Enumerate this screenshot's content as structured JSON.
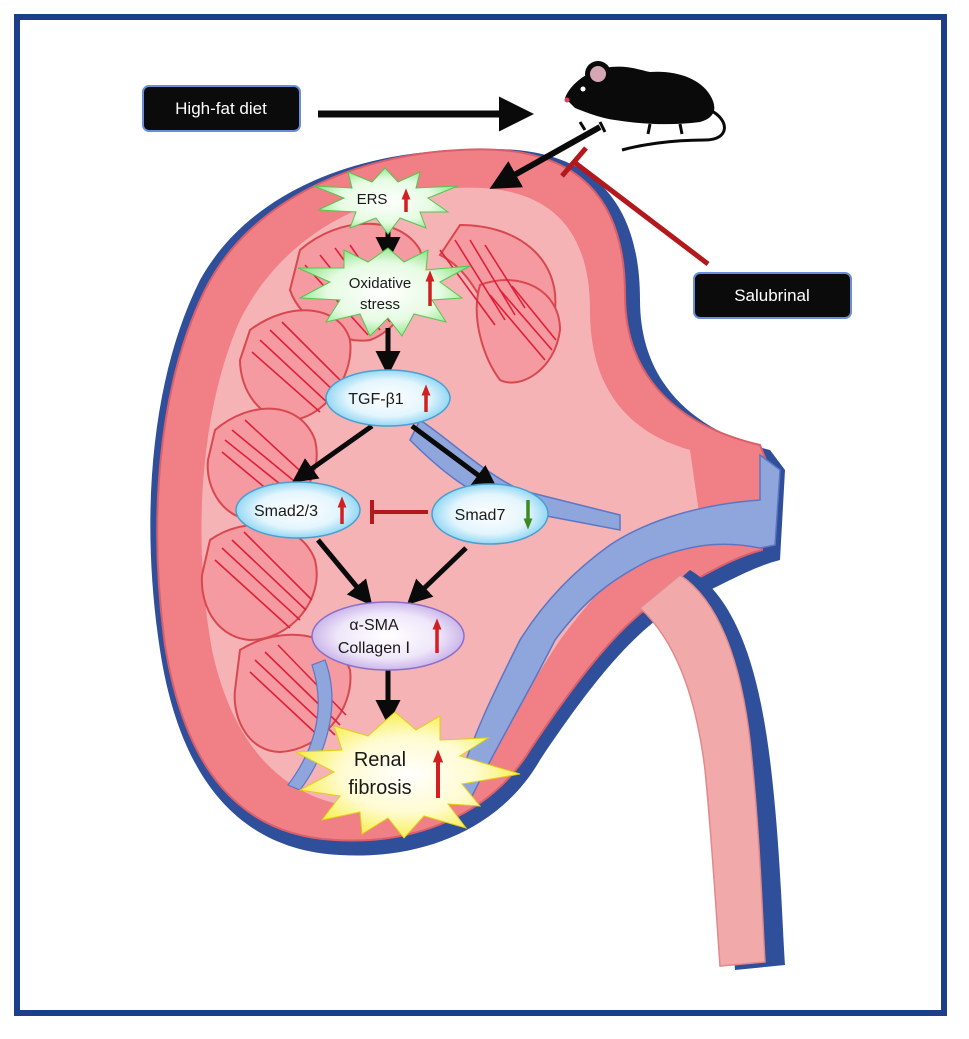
{
  "inputs": {
    "diet_label": "High-fat diet",
    "drug_label": "Salubrinal"
  },
  "nodes": {
    "ers": "ERS",
    "oxidative_line1": "Oxidative",
    "oxidative_line2": "stress",
    "tgf": "TGF-β1",
    "smad23": "Smad2/3",
    "smad7": "Smad7",
    "asma_line1": "α-SMA",
    "asma_line2": "Collagen Ⅰ",
    "fibrosis_line1": "Renal",
    "fibrosis_line2": "fibrosis"
  },
  "colors": {
    "frame": "#1c3f8a",
    "kidney_outer": "#f07f86",
    "kidney_inner": "#f6b3b6",
    "kidney_shadow": "#2f4f9a",
    "vessel": "#8fa6dd",
    "ureter": "#f2a9aa",
    "up_arrow": "#d21f1f",
    "down_arrow": "#3d8a1e",
    "inhibit": "#b3191c",
    "star_green": "#7ee07a",
    "star_yellow": "#f7ef2e",
    "oval_blue": "#7fd0f0",
    "oval_purple": "#c9b3e6",
    "label_box": "#0b0b0b"
  }
}
